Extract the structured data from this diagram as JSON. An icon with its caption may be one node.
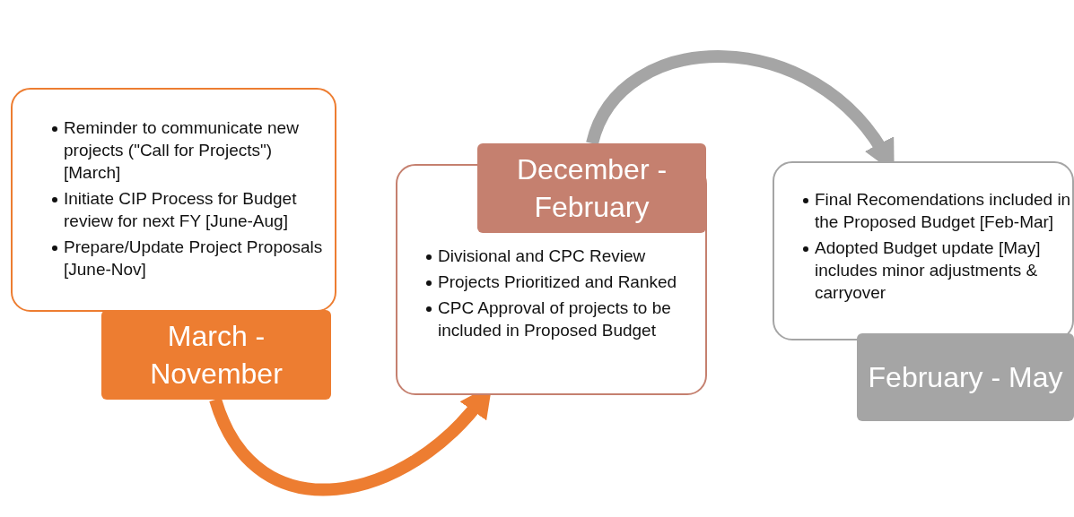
{
  "diagram": {
    "nodes": [
      {
        "text": [
          "Reminder to communicate new projects (\"Call for Projects\")  [March]",
          "Initiate CIP Process for Budget review for next FY [June-Aug]",
          "Prepare/Update Project Proposals [June-Nov]"
        ]
      },
      {
        "text": [
          "March - November"
        ]
      },
      {
        "text": [
          "December - February"
        ]
      },
      {
        "text": [
          "Divisional and CPC Review",
          "Projects Prioritized and Ranked",
          "CPC Approval of projects to be included in Proposed Budget"
        ]
      },
      {
        "text": [
          "Final Recomendations included in the Proposed Budget [Feb-Mar]",
          "Adopted Budget update [May] includes minor adjustments & carryover"
        ]
      },
      {
        "text": [
          "February - May"
        ]
      }
    ],
    "edges": [
      {
        "from": 1,
        "to": 3,
        "arrow": "to",
        "color": "#ed7d31"
      },
      {
        "from": 2,
        "to": 4,
        "arrow": "to",
        "color": "#a5a5a5"
      }
    ]
  }
}
